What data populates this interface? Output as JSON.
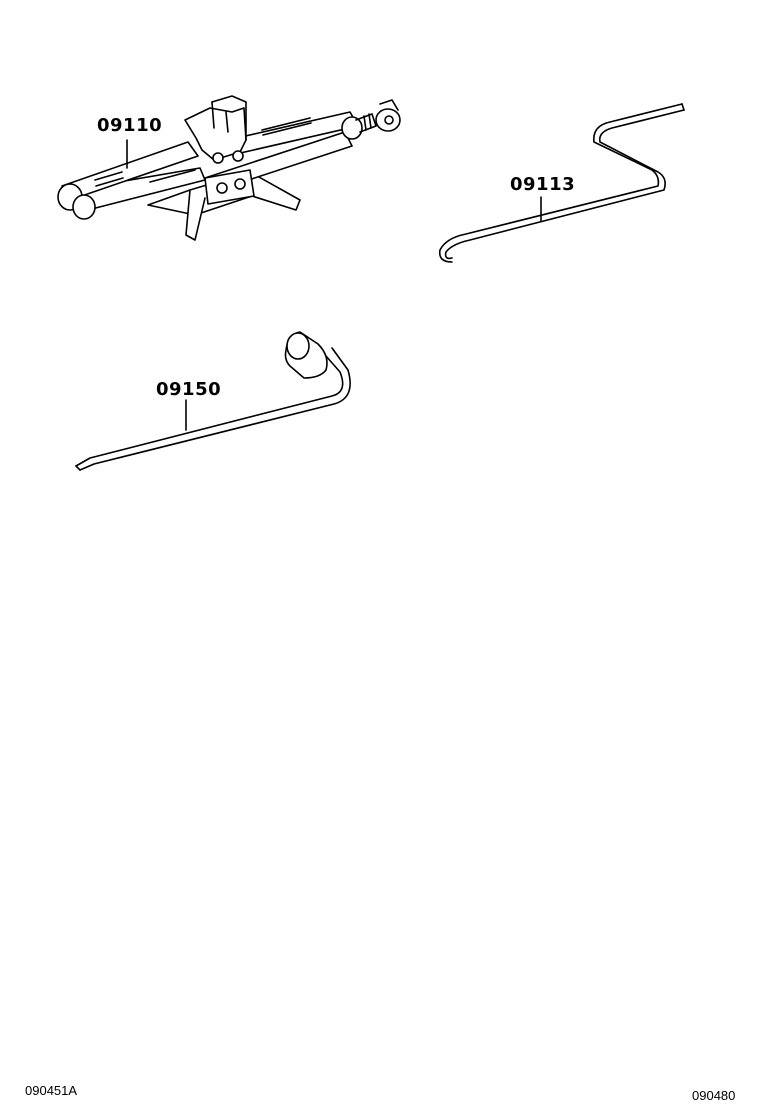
{
  "parts": [
    {
      "id": "jack",
      "number": "09110",
      "icon": "scissor-jack-icon"
    },
    {
      "id": "jack-handle",
      "number": "09113",
      "icon": "jack-handle-rod-icon"
    },
    {
      "id": "wrench",
      "number": "09150",
      "icon": "lug-wrench-icon"
    }
  ],
  "footer": {
    "left_code": "090451A",
    "right_code": "090480"
  },
  "colors": {
    "line": "#000000",
    "background": "#ffffff"
  }
}
